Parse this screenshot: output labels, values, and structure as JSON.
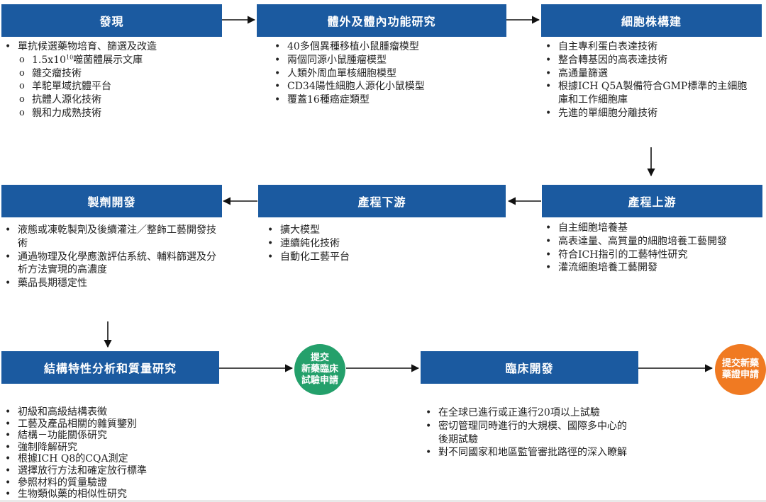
{
  "colors": {
    "box": "#1b5aa0",
    "circle_green": "#24a06b",
    "circle_orange": "#f07a22",
    "arrow": "#111111"
  },
  "boxes": {
    "discovery": "發現",
    "in_vitro_vivo": "體外及體內功能研究",
    "cell_line": "細胞株構建",
    "formulation": "製劑開發",
    "downstream": "產程下游",
    "upstream": "產程上游",
    "characterization": "結構特性分析和質量研究",
    "clinical": "臨床開發"
  },
  "circles": {
    "ind": "提交\n新藥臨床\n試驗申請",
    "bla": "提交新藥\n藥證申請"
  },
  "lists": {
    "discovery": {
      "main": "單抗候選藥物培育、篩選及改造",
      "sub": {
        "library_pre": "1.5x10",
        "library_sup": "10",
        "library_post": "噬菌體展示文庫",
        "hybridoma": "雜交瘤技術",
        "alpaca": "羊駝單域抗體平台",
        "humanization": "抗體人源化技術",
        "affinity": "親和力成熟技術"
      }
    },
    "in_vitro_vivo": [
      "40多個異種移植小鼠腫瘤模型",
      "兩個同源小鼠腫瘤模型",
      "人類外周血單核細胞模型",
      "CD34陽性細胞人源化小鼠模型",
      "覆蓋16種癌症類型"
    ],
    "cell_line": [
      "自主專利蛋白表達技術",
      "整合轉基因的高表達技術",
      "高通量篩選",
      "根據ICH Q5A製備符合GMP標準的主細胞庫和工作細胞庫",
      "先進的單細胞分離技術"
    ],
    "formulation": [
      "液態或凍乾製劑及後續灌注／整飾工藝開發技術",
      "通過物理及化學應激評估系統、輔料篩選及分析方法實現的高濃度",
      "藥品長期穩定性"
    ],
    "downstream": [
      "擴大模型",
      "連續純化技術",
      "自動化工藝平台"
    ],
    "upstream": [
      "自主細胞培養基",
      "高表達量、高質量的細胞培養工藝開發",
      "符合ICH指引的工藝特性研究",
      "灌流細胞培養工藝開發"
    ],
    "characterization": [
      "初級和高級結構表徵",
      "工藝及產品相關的雜質鑒別",
      "結構－功能關係研究",
      "強制降解研究",
      "根據ICH Q8的CQA測定",
      "選擇放行方法和確定放行標準",
      "參照材料的質量驗證",
      "生物類似藥的相似性研究"
    ],
    "clinical": [
      "在全球已進行或正進行20項以上試驗",
      "密切管理同時進行的大規模、國際多中心的後期試驗",
      "對不同國家和地區監管審批路徑的深入瞭解"
    ]
  }
}
